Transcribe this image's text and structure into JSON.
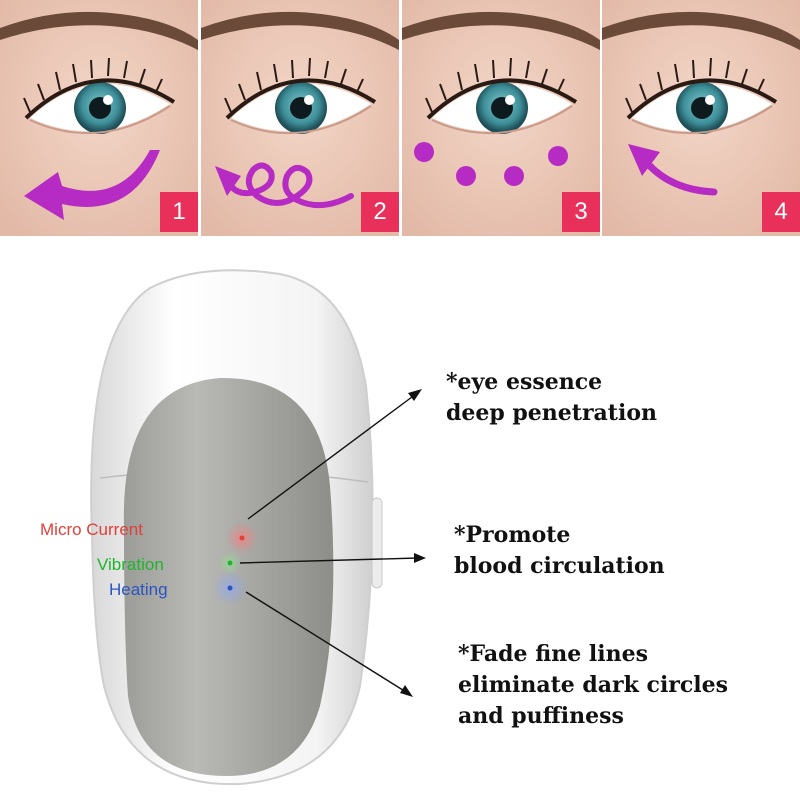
{
  "steps": [
    {
      "number": "1",
      "stroke": "arrow-curve-left-icon"
    },
    {
      "number": "2",
      "stroke": "spiral-loops-arrow-icon"
    },
    {
      "number": "3",
      "stroke": "tap-dots-icon"
    },
    {
      "number": "4",
      "stroke": "arrow-sweep-up-icon"
    }
  ],
  "modes": {
    "micro_current": "Micro Current",
    "vibration": "Vibration",
    "heating": "Heating"
  },
  "features": {
    "f1": {
      "line1": "*eye essence",
      "line2": "deep penetration"
    },
    "f2": {
      "line1": "*Promote",
      "line2": "blood circulation"
    },
    "f3": {
      "line1": "*Fade fine lines",
      "line2": "eliminate dark circles",
      "line3": "and puffiness"
    }
  },
  "colors": {
    "stroke_purple": "#b52bc4",
    "badge_pink": "#e8305a",
    "micro_current": "#e0403a",
    "vibration": "#1fb52c",
    "heating": "#2a54c4"
  }
}
